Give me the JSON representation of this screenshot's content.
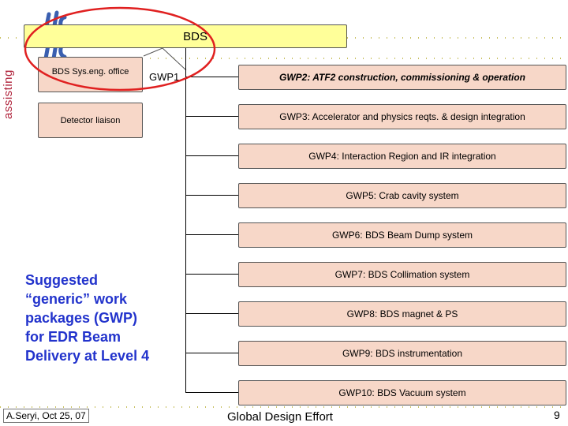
{
  "side_text": "assisting",
  "bds": "BDS",
  "sys_office": "BDS Sys.eng. office",
  "detector": "Detector liaison",
  "gwp1": "GWP1",
  "gwps": [
    {
      "label": "GWP2: ATF2 construction, commissioning & operation",
      "italic": true
    },
    {
      "label": "GWP3: Accelerator and physics reqts. & design integration",
      "italic": false
    },
    {
      "label": "GWP4: Interaction Region and IR integration",
      "italic": false
    },
    {
      "label": "GWP5: Crab cavity system",
      "italic": false
    },
    {
      "label": "GWP6: BDS Beam Dump system",
      "italic": false
    },
    {
      "label": "GWP7: BDS Collimation system",
      "italic": false
    },
    {
      "label": "GWP8: BDS magnet & PS",
      "italic": false
    },
    {
      "label": "GWP9: BDS instrumentation",
      "italic": false
    },
    {
      "label": "GWP10: BDS Vacuum system",
      "italic": false
    }
  ],
  "suggested": "Suggested\n“generic” work\npackages (GWP)\nfor EDR Beam\nDelivery at Level 4",
  "footer": {
    "author": "A.Seryi, Oct 25, 07",
    "center": "Global Design Effort",
    "page": "9"
  },
  "colors": {
    "bds_fill": "#ffff99",
    "box_fill": "#f7d7c8",
    "suggest_text": "#2233cc",
    "ellipse": "#e02020",
    "dots": "#c8c060"
  }
}
